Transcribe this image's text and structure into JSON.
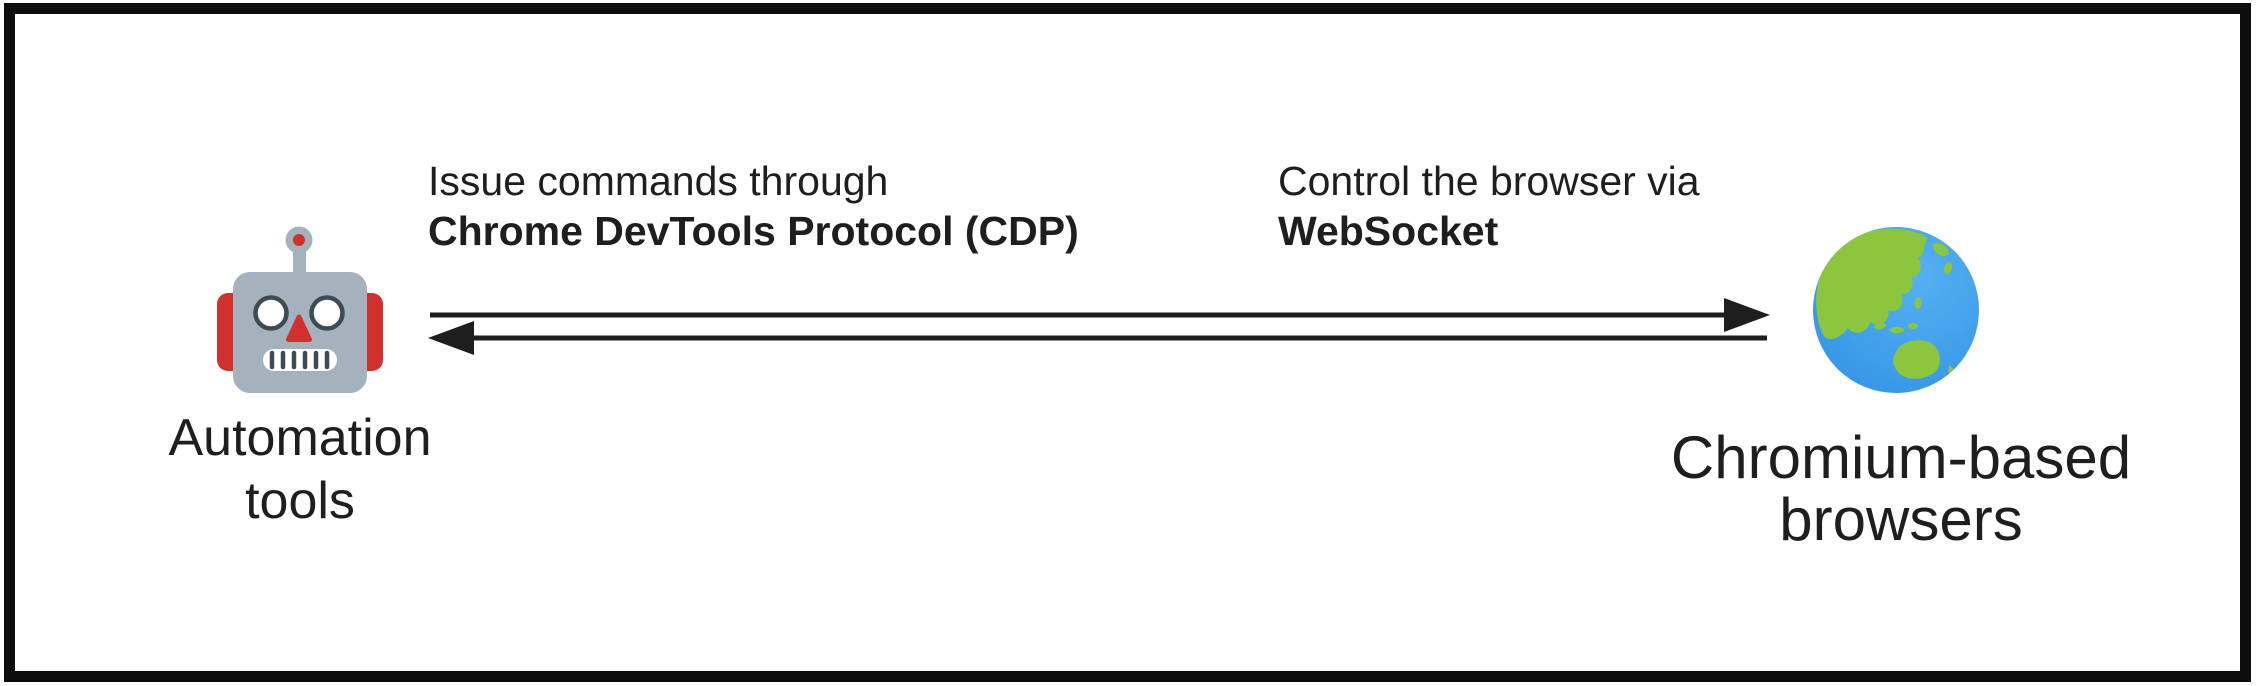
{
  "diagram": {
    "arrow_labels": {
      "cdp": {
        "line1": "Issue commands through",
        "line2_bold": "Chrome DevTools Protocol (CDP)"
      },
      "websocket": {
        "line1": "Control the browser via",
        "line2_bold": "WebSocket"
      }
    },
    "nodes": {
      "automation_tools": {
        "icon": "robot-emoji",
        "label_line1": "Automation",
        "label_line2": "tools"
      },
      "chromium_browsers": {
        "icon": "globe-asia-australia-emoji",
        "label_line1": "Chromium-based",
        "label_line2": "browsers"
      }
    },
    "arrows": {
      "top": {
        "from": "automation_tools",
        "to": "chromium_browsers",
        "direction": "right"
      },
      "bottom": {
        "from": "chromium_browsers",
        "to": "automation_tools",
        "direction": "left"
      }
    }
  },
  "colors": {
    "border": "#0d0d0d",
    "text": "#1e1e1e",
    "arrow": "#1e1e1e",
    "robot_head": "#a3b2bc",
    "robot_accent_red": "#d2302c",
    "robot_face_dark": "#3f4b52",
    "globe_ocean": "#2f8fe4",
    "globe_ocean_light": "#55b1f2",
    "globe_land": "#8cc63c",
    "canvas": "#ffffff"
  }
}
